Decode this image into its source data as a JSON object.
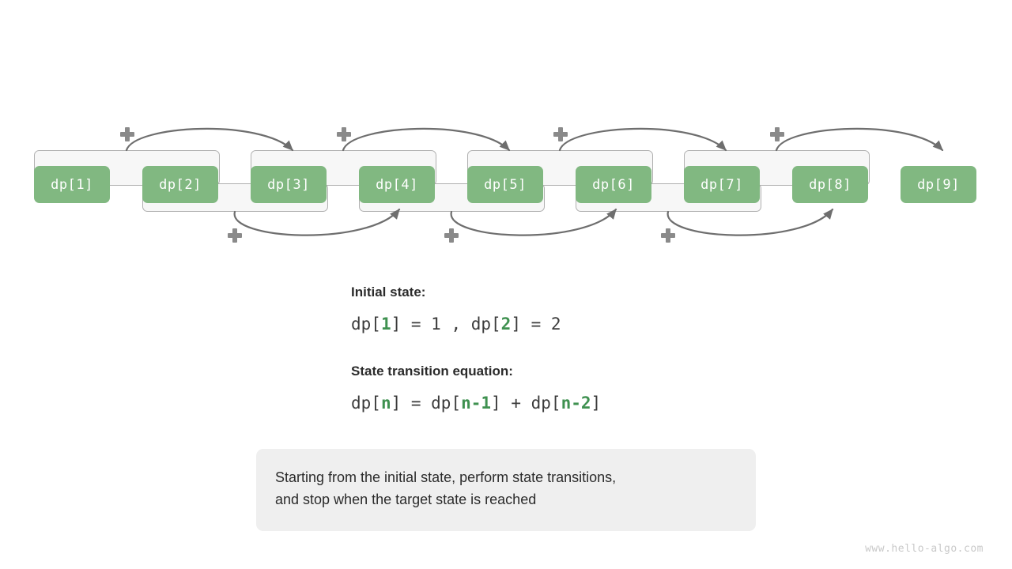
{
  "diagram": {
    "cells": [
      {
        "label": "dp[1]"
      },
      {
        "label": "dp[2]"
      },
      {
        "label": "dp[3]"
      },
      {
        "label": "dp[4]"
      },
      {
        "label": "dp[5]"
      },
      {
        "label": "dp[6]"
      },
      {
        "label": "dp[7]"
      },
      {
        "label": "dp[8]"
      },
      {
        "label": "dp[9]"
      }
    ],
    "plus_label": "+",
    "cell_fill": "#81b881",
    "bracket_fill": "#f7f7f7",
    "bracket_stroke": "#b0b0b0",
    "arrow_color": "#6e6e6e",
    "plus_color": "#8a8a8a",
    "top_groups": [
      {
        "from": "dp[1]",
        "to": "dp[2]",
        "target": "dp[3]"
      },
      {
        "from": "dp[3]",
        "to": "dp[4]",
        "target": "dp[5]"
      },
      {
        "from": "dp[5]",
        "to": "dp[6]",
        "target": "dp[7]"
      },
      {
        "from": "dp[7]",
        "to": "dp[8]",
        "target": "dp[9]"
      }
    ],
    "bottom_groups": [
      {
        "from": "dp[2]",
        "to": "dp[3]",
        "target": "dp[4]"
      },
      {
        "from": "dp[4]",
        "to": "dp[5]",
        "target": "dp[6]"
      },
      {
        "from": "dp[6]",
        "to": "dp[7]",
        "target": "dp[8]"
      }
    ]
  },
  "initial_state": {
    "heading": "Initial state:",
    "formula_parts": [
      {
        "text": "dp[",
        "accent": false
      },
      {
        "text": "1",
        "accent": true
      },
      {
        "text": "] = 1 , dp[",
        "accent": false
      },
      {
        "text": "2",
        "accent": true
      },
      {
        "text": "] = 2",
        "accent": false
      }
    ],
    "formula_plain": "dp[1] = 1 , dp[2] = 2"
  },
  "transition": {
    "heading": "State transition equation:",
    "formula_parts": [
      {
        "text": "dp[",
        "accent": false
      },
      {
        "text": "n",
        "accent": true
      },
      {
        "text": "] = dp[",
        "accent": false
      },
      {
        "text": "n-1",
        "accent": true
      },
      {
        "text": "] + dp[",
        "accent": false
      },
      {
        "text": "n-2",
        "accent": true
      },
      {
        "text": "]",
        "accent": false
      }
    ],
    "formula_plain": "dp[n] = dp[n-1] + dp[n-2]"
  },
  "note": {
    "line1": "Starting from the initial state, perform state transitions,",
    "line2": "and stop when the target state is reached"
  },
  "footer": {
    "url": "www.hello-algo.com"
  },
  "colors": {
    "green": "#81b881",
    "accent_green": "#3f9150",
    "gray_text": "#2b2b2b",
    "note_bg": "#efefef",
    "footer_text": "#c9c9c9"
  }
}
